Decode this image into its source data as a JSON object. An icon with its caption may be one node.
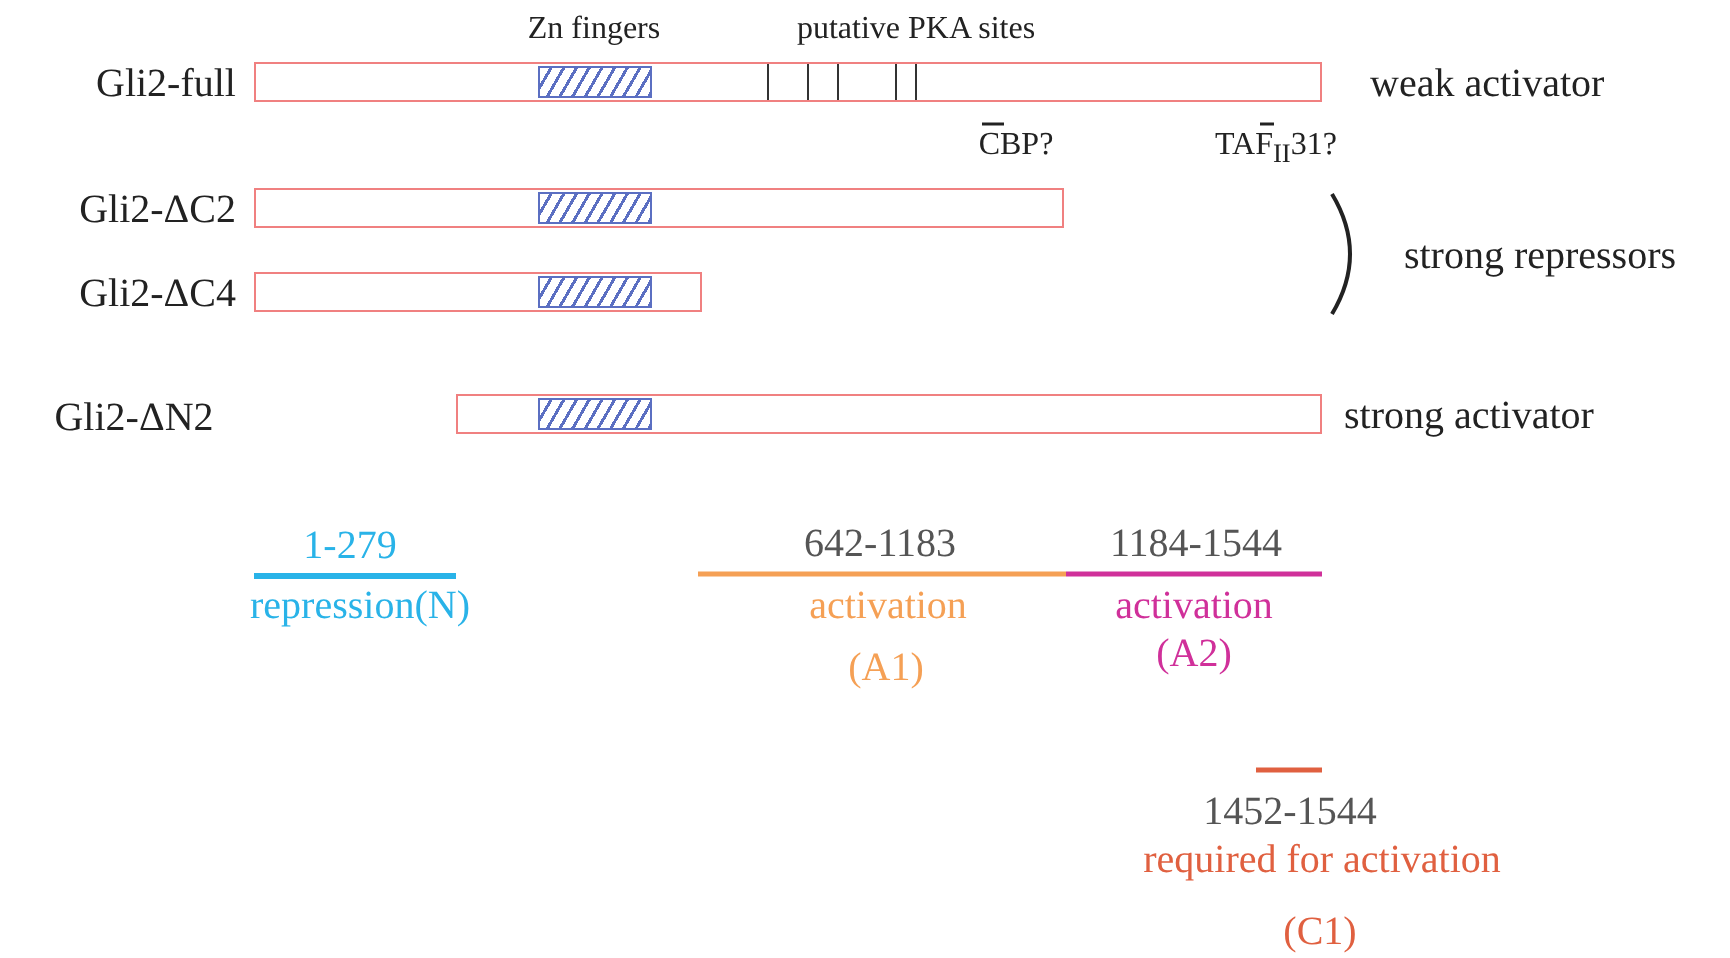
{
  "diagram": {
    "nodes": [
      {
        "text": [
          "Gli2-full"
        ],
        "beside": [
          "weak activator"
        ]
      },
      {
        "text": [
          "Gli2-ΔC2"
        ]
      },
      {
        "text": [
          "Gli2-ΔC4"
        ]
      },
      {
        "text": [],
        "shape": "bar",
        "beside": [
          "strong activator"
        ]
      }
    ],
    "labels": [
      "Gli2-ΔN2",
      "Zn fingers",
      "putative PKA sites",
      "CBP?",
      "TAF$_{II}$31?",
      "strong repressors",
      "1-279",
      "repression(N)",
      "642-1183",
      "activation",
      "(A1)",
      "1184-1544",
      "activation",
      "(A2)",
      "1452-1544",
      "required for activation",
      "(C1)"
    ]
  }
}
